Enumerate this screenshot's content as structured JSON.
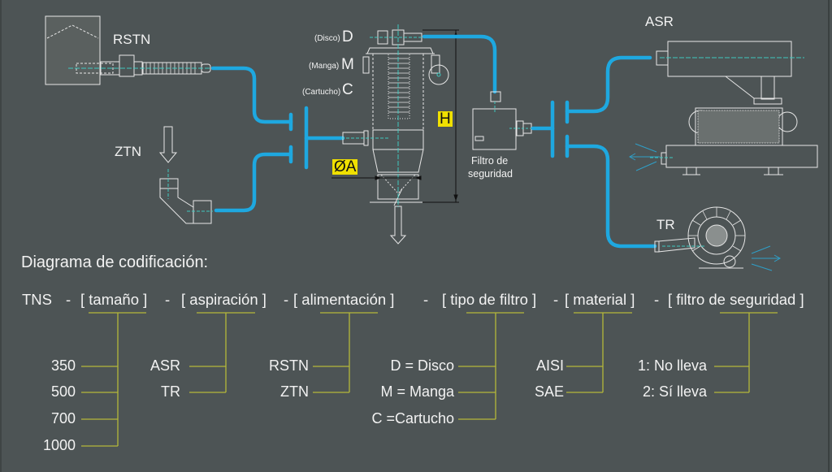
{
  "colors": {
    "background": "#4d5455",
    "pipe": "#1ea8e0",
    "drawing": "#e6e6e6",
    "tree_lines": "#b5b83a",
    "highlight": "#f0e000",
    "axis": "#3ec9c0"
  },
  "diagram": {
    "feeders": {
      "rstn": "RSTN",
      "ztn": "ZTN"
    },
    "filter_types": [
      {
        "abbr": "(Disco)",
        "letter": "D"
      },
      {
        "abbr": "(Manga)",
        "letter": "M"
      },
      {
        "abbr": "(Cartucho)",
        "letter": "C"
      }
    ],
    "dimensions": {
      "height": "H",
      "diameter": "ØA"
    },
    "safety_filter": {
      "line1": "Filtro de",
      "line2": "seguridad"
    },
    "aspirators": {
      "asr": "ASR",
      "tr": "TR"
    }
  },
  "coding": {
    "title": "Diagrama de codificación:",
    "prefix": "TNS",
    "separator": "-",
    "fields": [
      {
        "label": "[ tamaño ]",
        "options": [
          "350",
          "500",
          "700",
          "1000"
        ]
      },
      {
        "label": "[ aspiración ]",
        "options": [
          "ASR",
          "TR"
        ]
      },
      {
        "label": "[ alimentación ]",
        "options": [
          "RSTN",
          "ZTN"
        ]
      },
      {
        "label": "[ tipo de filtro ]",
        "options": [
          "D = Disco",
          "M = Manga",
          "C =Cartucho"
        ]
      },
      {
        "label": "[ material ]",
        "options": [
          "AISI",
          "SAE"
        ]
      },
      {
        "label": "[ filtro de seguridad ]",
        "options": [
          "1: No lleva",
          "2: Sí lleva"
        ]
      }
    ]
  }
}
